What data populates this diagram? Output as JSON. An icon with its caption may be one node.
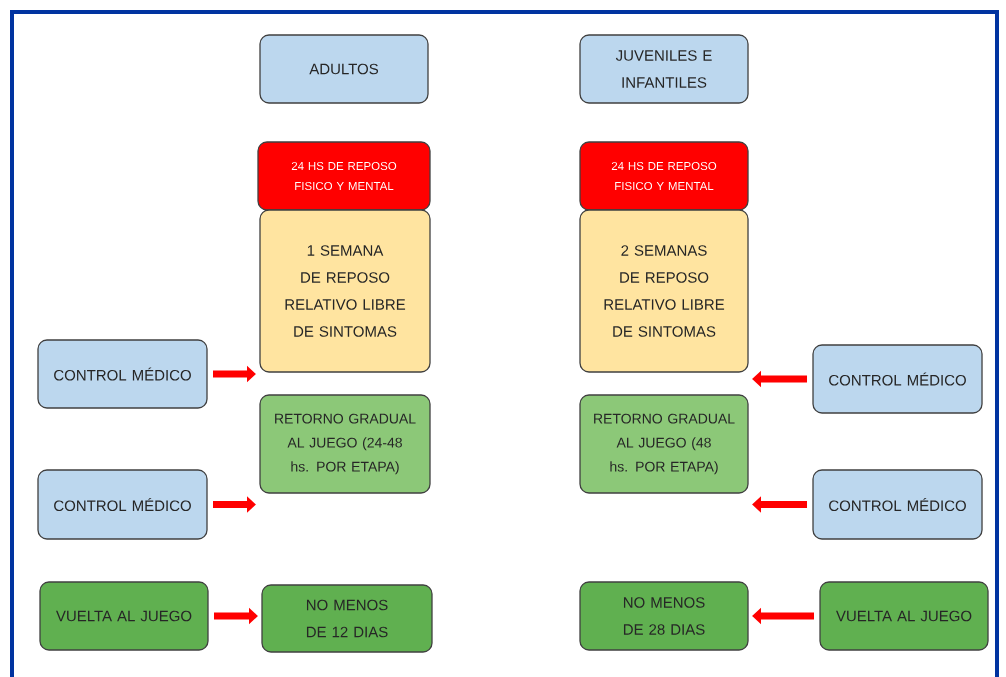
{
  "diagram": {
    "nodes": [
      {
        "text": [
          "ADULTOS"
        ]
      },
      {
        "text": [
          "JUVENILES E INFANTILES"
        ]
      },
      {
        "text": [
          "24 HS DE REPOSO FISICO Y MENTAL"
        ]
      },
      {
        "text": [
          "24 HS DE REPOSO FISICO Y MENTAL"
        ]
      },
      {
        "text": [
          "1 SEMANA DE REPOSO RELATIVO LIBRE DE SINTOMAS"
        ]
      },
      {
        "text": [
          "2 SEMANAS DE REPOSO RELATIVO LIBRE DE SINTOMAS"
        ]
      },
      {
        "text": [
          "CONTROL MÉDICO"
        ]
      },
      {
        "text": [
          "CONTROL MÉDICO"
        ]
      },
      {
        "text": [
          "RETORNO GRADUAL AL JUEGO (24-48 hs. POR ETAPA)"
        ]
      },
      {
        "text": [
          "RETORNO GRADUAL AL JUEGO (48 hs. POR ETAPA)"
        ]
      },
      {
        "text": [
          "CONTROL MÉDICO"
        ]
      },
      {
        "text": [
          "CONTROL MÉDICO"
        ]
      },
      {
        "text": [
          "VUELTA AL JUEGO"
        ]
      },
      {
        "text": [
          "NO MENOS DE 12 DIAS"
        ]
      },
      {
        "text": [
          "NO MENOS DE 28 DIAS"
        ]
      },
      {
        "text": [
          "VUELTA AL JUEGO"
        ]
      }
    ],
    "edges": [
      {
        "from": 6,
        "to": 4,
        "arrow": "to"
      },
      {
        "from": 7,
        "to": 5,
        "arrow": "to"
      },
      {
        "from": 10,
        "to": 8,
        "arrow": "to"
      },
      {
        "from": 11,
        "to": 9,
        "arrow": "to"
      },
      {
        "from": 12,
        "to": 13,
        "arrow": "to"
      },
      {
        "from": 15,
        "to": 14,
        "arrow": "to"
      }
    ]
  }
}
